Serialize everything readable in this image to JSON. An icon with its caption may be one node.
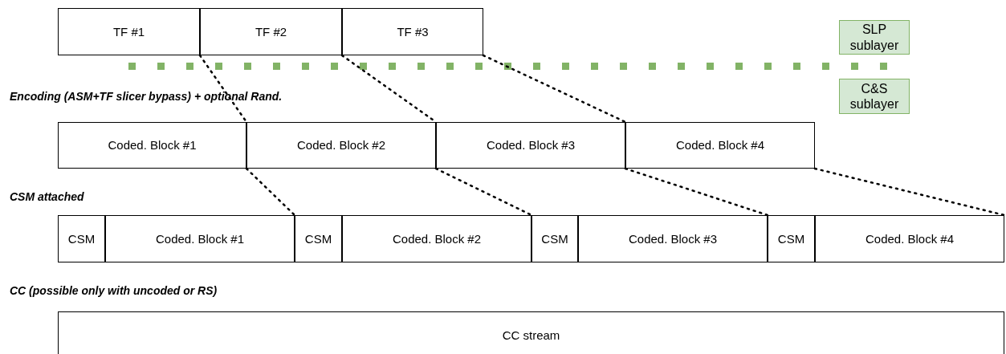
{
  "diagram": {
    "nodes": [
      {
        "text": [
          "TF #1"
        ]
      },
      {
        "text": [
          "TF #2"
        ]
      },
      {
        "text": [
          "TF #3"
        ]
      },
      {
        "text": [
          "SLP sublayer"
        ]
      },
      {
        "text": [
          "C&S sublayer"
        ]
      },
      {
        "text": [
          "Coded. Block #1"
        ]
      },
      {
        "text": [
          "Coded. Block #2"
        ]
      },
      {
        "text": [
          "Coded. Block #3"
        ]
      },
      {
        "text": [
          "Coded. Block #4"
        ]
      },
      {
        "text": [
          "CSM"
        ]
      },
      {
        "text": [
          "Coded. Block #1"
        ]
      },
      {
        "text": [
          "CSM"
        ]
      },
      {
        "text": [
          "Coded. Block #2"
        ]
      },
      {
        "text": [
          "CSM"
        ]
      },
      {
        "text": [
          "Coded. Block #3"
        ]
      },
      {
        "text": [
          "CSM"
        ]
      },
      {
        "text": [
          "Coded. Block #4"
        ]
      },
      {
        "text": [
          "CC stream"
        ]
      }
    ],
    "edges": [
      {
        "from": 0,
        "to": 5,
        "arrow": "none",
        "style": "dashed"
      },
      {
        "from": 1,
        "to": 6,
        "arrow": "none",
        "style": "dashed"
      },
      {
        "from": 2,
        "to": 7,
        "arrow": "none",
        "style": "dashed"
      },
      {
        "from": 5,
        "to": 10,
        "arrow": "none",
        "style": "dashed"
      },
      {
        "from": 6,
        "to": 12,
        "arrow": "none",
        "style": "dashed"
      },
      {
        "from": 7,
        "to": 14,
        "arrow": "none",
        "style": "dashed"
      },
      {
        "from": 8,
        "to": 16,
        "arrow": "none",
        "style": "dashed"
      }
    ],
    "labels": [
      "Encoding (ASM+TF slicer bypass) + optional Rand.",
      "CSM attached",
      "CC (possible only with uncoded or RS)"
    ]
  }
}
